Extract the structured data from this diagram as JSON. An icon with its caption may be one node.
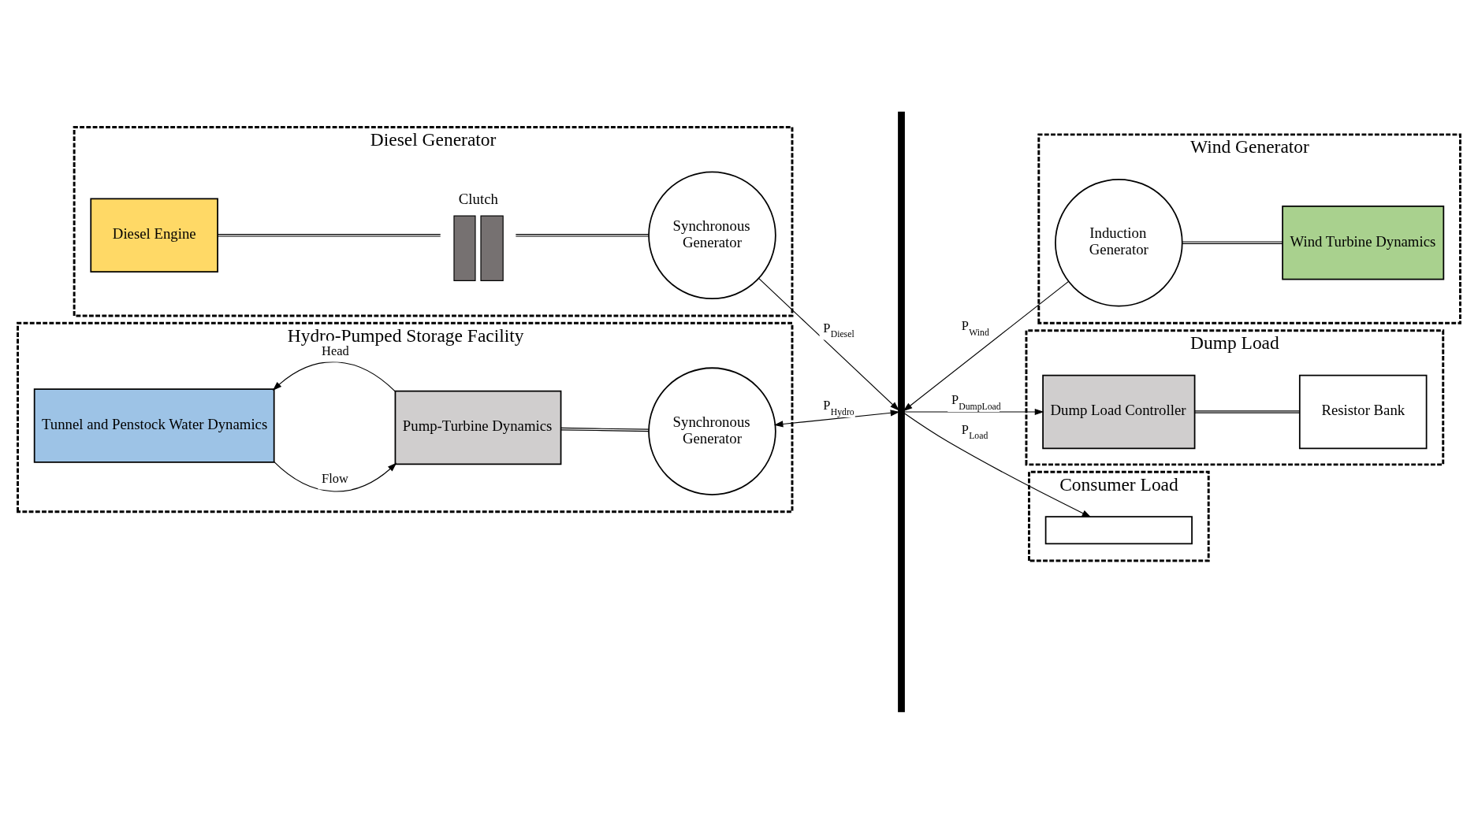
{
  "diagram": {
    "nodes": [
      {
        "text": [
          "Diesel Generator"
        ]
      },
      {
        "text": [
          "Diesel Engine"
        ],
        "in": 0
      },
      {
        "text": [
          "Clutch"
        ],
        "in": 0
      },
      {
        "text": [
          "Synchronous Generator"
        ],
        "in": 0
      },
      {
        "text": [],
        "shape": "bar"
      },
      {
        "text": [
          "Wind Generator"
        ]
      },
      {
        "text": [
          "Induction Generator"
        ],
        "in": 5
      },
      {
        "text": [
          "Wind Turbine Dynamics"
        ],
        "in": 5
      },
      {
        "text": [
          "Dump Load"
        ]
      },
      {
        "text": [
          "Dump Load Controller"
        ],
        "in": 8
      },
      {
        "text": [
          "Resistor Bank"
        ],
        "in": 8
      },
      {
        "text": [
          "Hydro-Pumped Storage Facility"
        ]
      },
      {
        "text": [
          "Tunnel and Penstock Water Dynamics"
        ],
        "in": 11
      },
      {
        "text": [
          "Pump-Turbine Dynamics"
        ],
        "in": 11
      },
      {
        "text": [
          "Synchronous Generator"
        ],
        "in": 11
      },
      {
        "text": [
          "Consumer Load"
        ]
      },
      {
        "text": [],
        "shape": "box",
        "in": 15
      }
    ],
    "edges": [
      {
        "from": 1,
        "to": 2,
        "arrow": "none"
      },
      {
        "from": 2,
        "to": 3,
        "arrow": "none"
      },
      {
        "from": 3,
        "to": 4,
        "arrow": "to",
        "label": "P$_{Diesel}$"
      },
      {
        "from": 7,
        "to": 6,
        "arrow": "none"
      },
      {
        "from": 6,
        "to": 4,
        "arrow": "to",
        "label": "P$_{Wind}$"
      },
      {
        "from": 4,
        "to": 9,
        "arrow": "to",
        "label": "P$_{DumpLoad}$"
      },
      {
        "from": 9,
        "to": 10,
        "arrow": "none"
      },
      {
        "from": 13,
        "to": 12,
        "arrow": "to",
        "label": "Head"
      },
      {
        "from": 12,
        "to": 13,
        "arrow": "to",
        "label": "Flow"
      },
      {
        "from": 13,
        "to": 14,
        "arrow": "none"
      },
      {
        "from": 14,
        "to": 4,
        "arrow": "both",
        "label": "P$_{Hydro}$"
      },
      {
        "from": 4,
        "to": 16,
        "arrow": "to",
        "label": "P$_{Load}$"
      }
    ]
  }
}
